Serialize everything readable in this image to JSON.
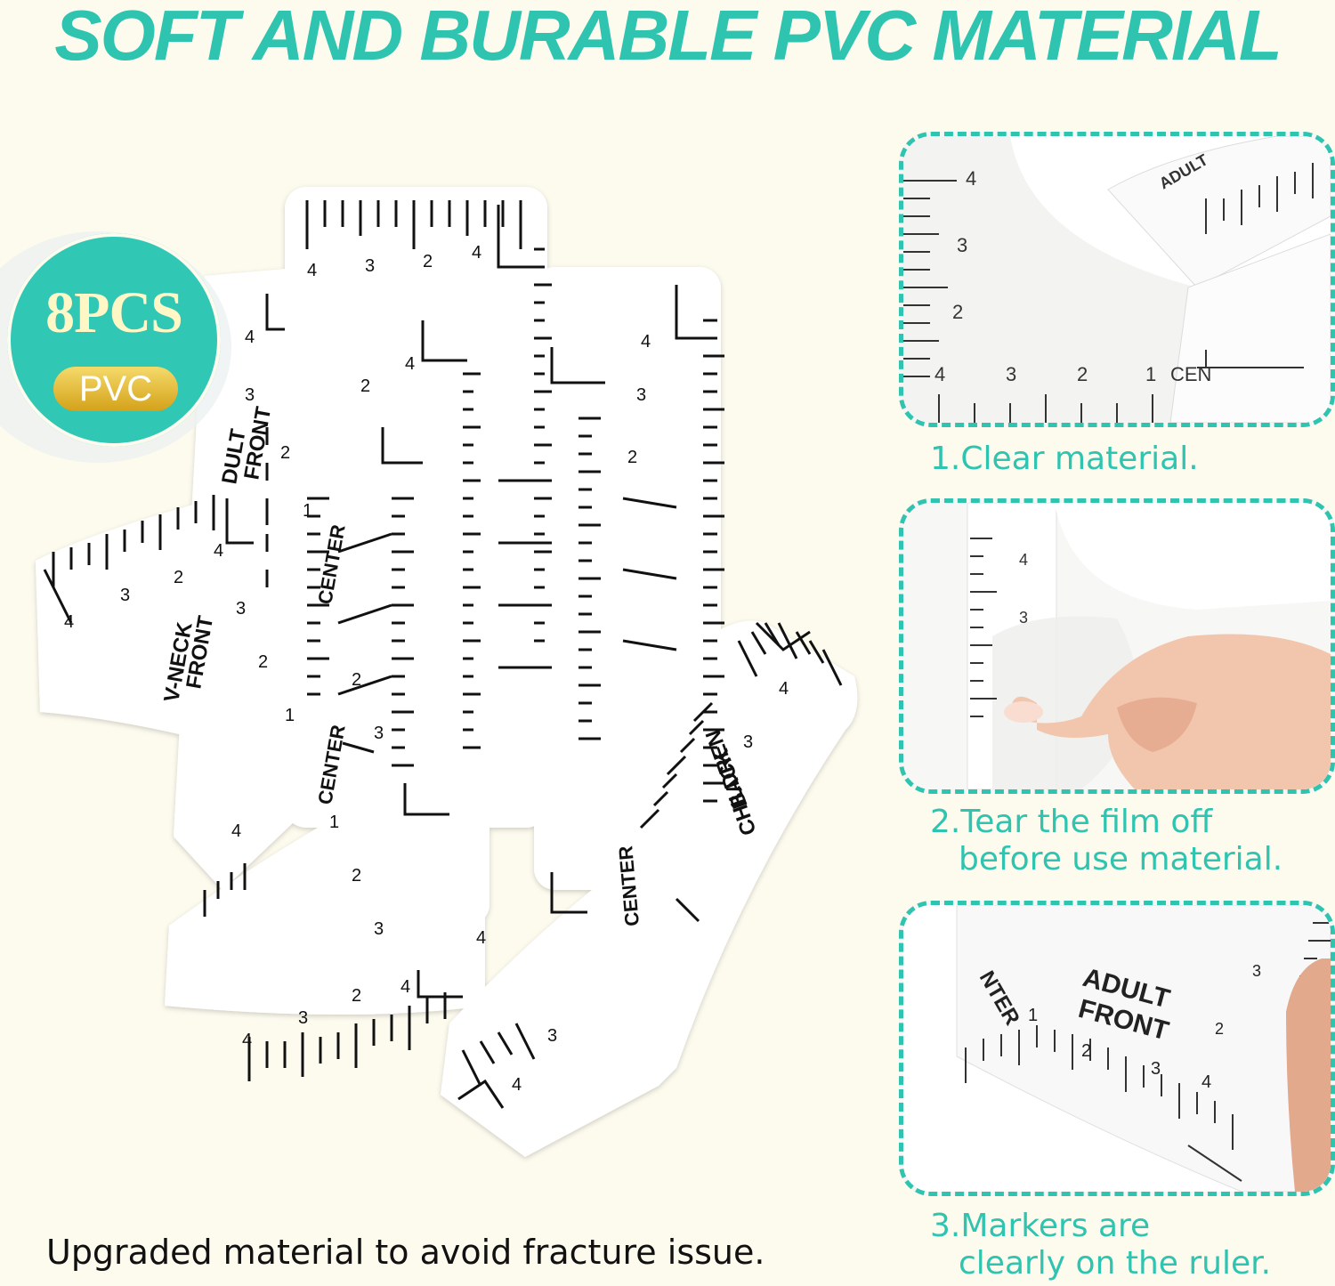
{
  "headline": "SOFT AND BURABLE PVC MATERIAL",
  "badge": {
    "count_label": "8PCS",
    "material_label": "PVC"
  },
  "bottom_caption": "Upgraded material to avoid fracture issue.",
  "colors": {
    "accent": "#2ec4b0",
    "background": "#fdfbee",
    "badge_gold": "#e2b53a"
  },
  "ruler_labels": {
    "vneck_front": [
      "V-NECK",
      "FRONT"
    ],
    "adult_front": [
      "DULT",
      "FRONT"
    ],
    "center": "CENTER",
    "children_back": [
      "CHILDREN",
      "BACK"
    ],
    "numbers": [
      "1",
      "2",
      "3",
      "4"
    ]
  },
  "panels": [
    {
      "caption_line1": "1.Clear material.",
      "caption_line2": "",
      "ruler_label": "ADULT",
      "center_label": "CEN",
      "numbers": [
        "1",
        "2",
        "3",
        "4"
      ]
    },
    {
      "caption_line1": "2.Tear the film off",
      "caption_line2": "before use material.",
      "numbers": [
        "3",
        "4"
      ]
    },
    {
      "caption_line1": "3.Markers are",
      "caption_line2": "clearly on the ruler.",
      "ruler_label_1": "ADULT",
      "ruler_label_2": "FRONT",
      "center_label": "NTER",
      "numbers": [
        "1",
        "2",
        "3",
        "4"
      ]
    }
  ]
}
